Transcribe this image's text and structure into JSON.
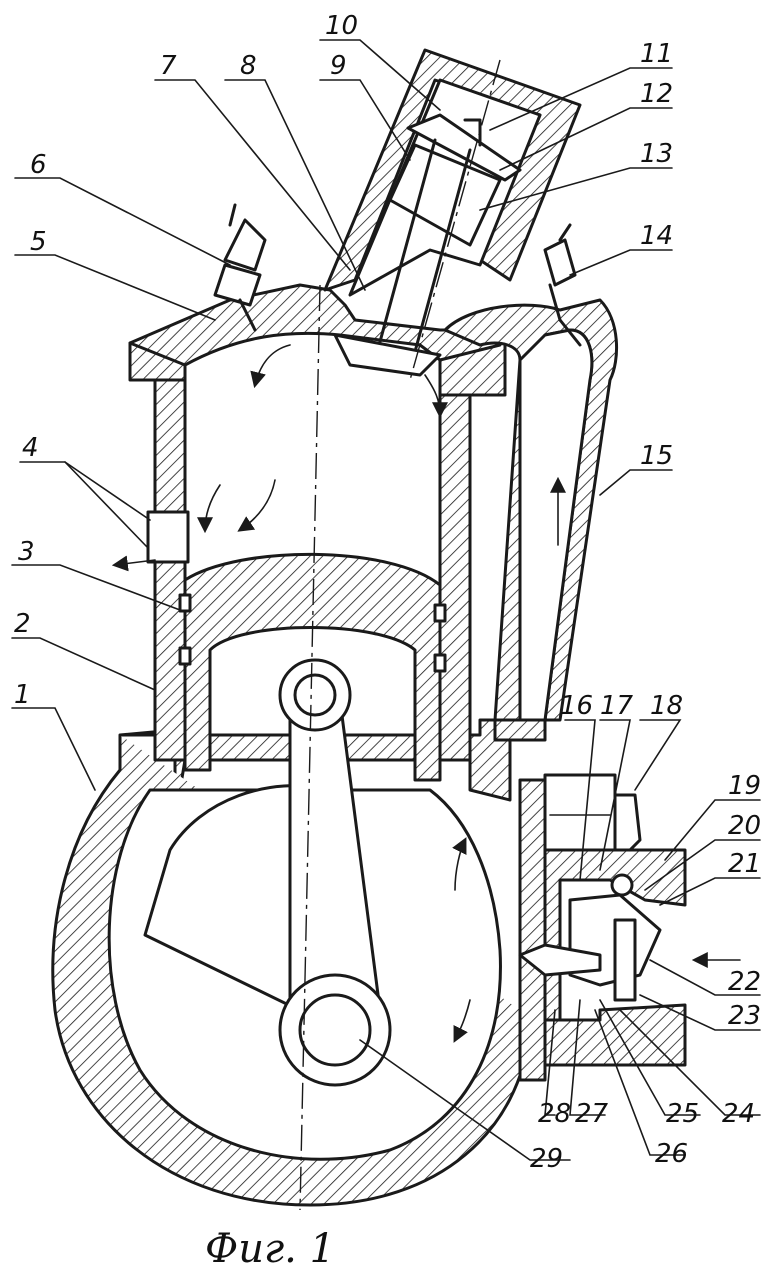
{
  "figure": {
    "caption": "Фиг. 1",
    "labels": {
      "l1": "1",
      "l2": "2",
      "l3": "3",
      "l4": "4",
      "l5": "5",
      "l6": "6",
      "l7": "7",
      "l8": "8",
      "l9": "9",
      "l10": "10",
      "l11": "11",
      "l12": "12",
      "l13": "13",
      "l14": "14",
      "l15": "15",
      "l16": "16",
      "l17": "17",
      "l18": "18",
      "l19": "19",
      "l20": "20",
      "l21": "21",
      "l22": "22",
      "l23": "23",
      "l24": "24",
      "l25": "25",
      "l26": "26",
      "l27": "27",
      "l28": "28",
      "l29": "29"
    }
  }
}
